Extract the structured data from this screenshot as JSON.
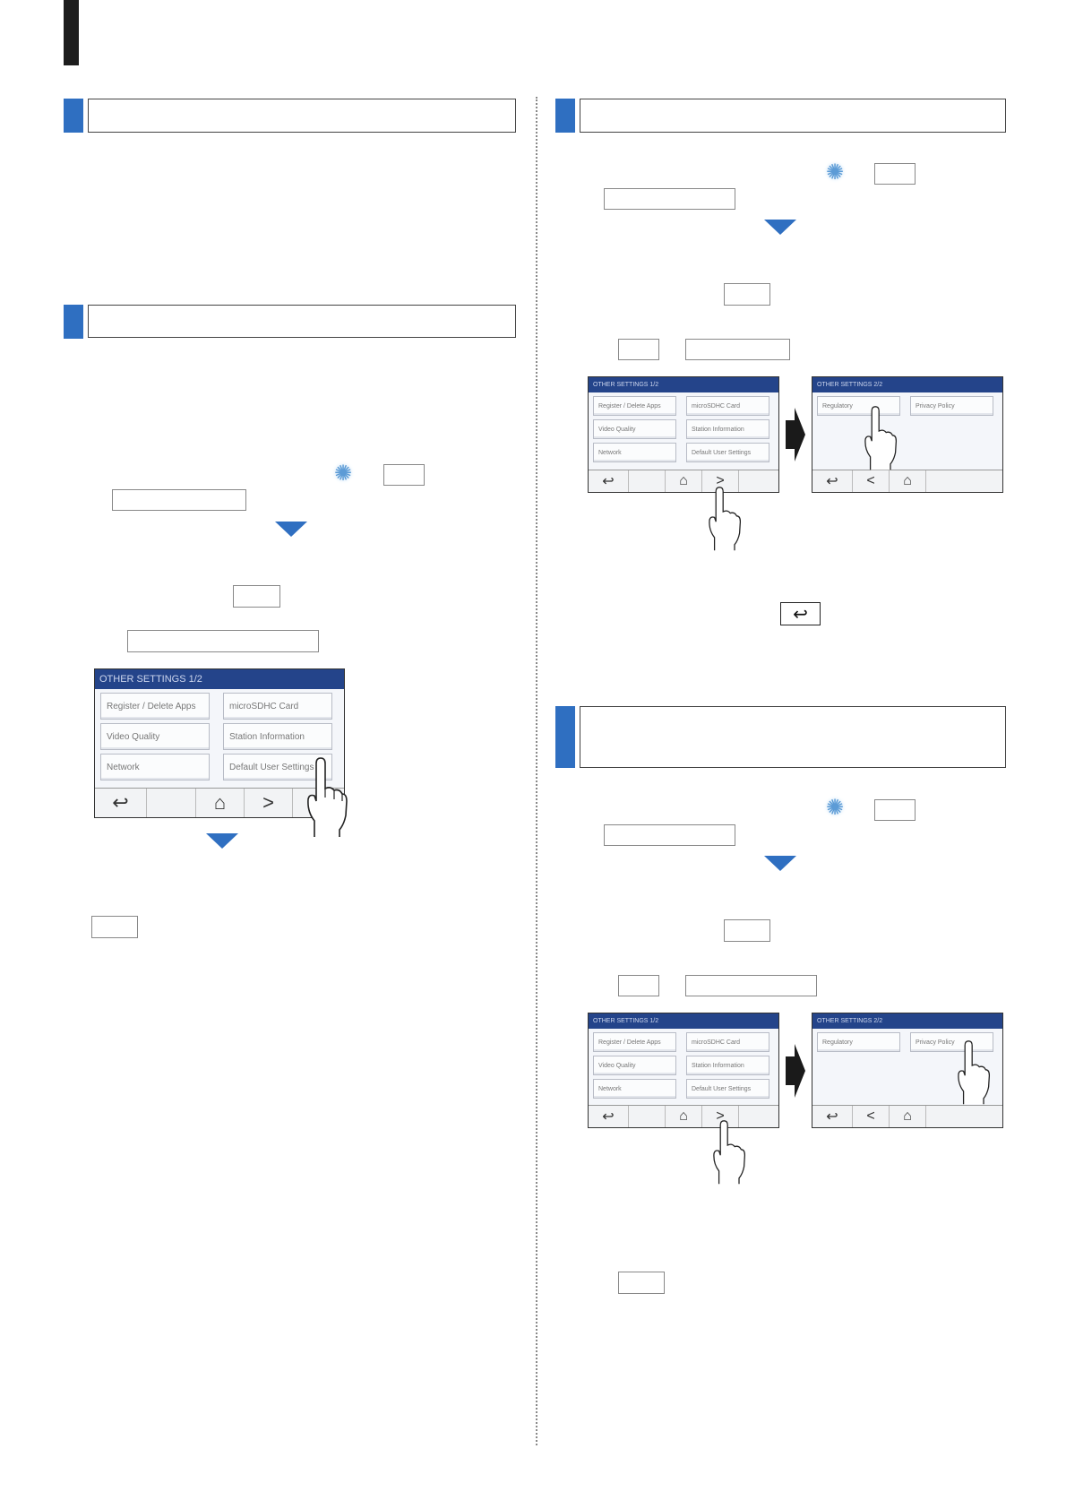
{
  "screen1": {
    "header": "OTHER SETTINGS  1/2",
    "cells": [
      "Register / Delete Apps",
      "microSDHC Card",
      "Video Quality",
      "Station Information",
      "Network",
      "Default User Settings"
    ]
  },
  "screen2": {
    "header": "OTHER SETTINGS  2/2",
    "cells": [
      "Regulatory",
      "Privacy Policy"
    ]
  },
  "nav_icons": {
    "back": "↩",
    "home": "⌂",
    "next": ">",
    "prev": "<"
  },
  "icons": {
    "gear": "✺",
    "back_button": "↩"
  }
}
